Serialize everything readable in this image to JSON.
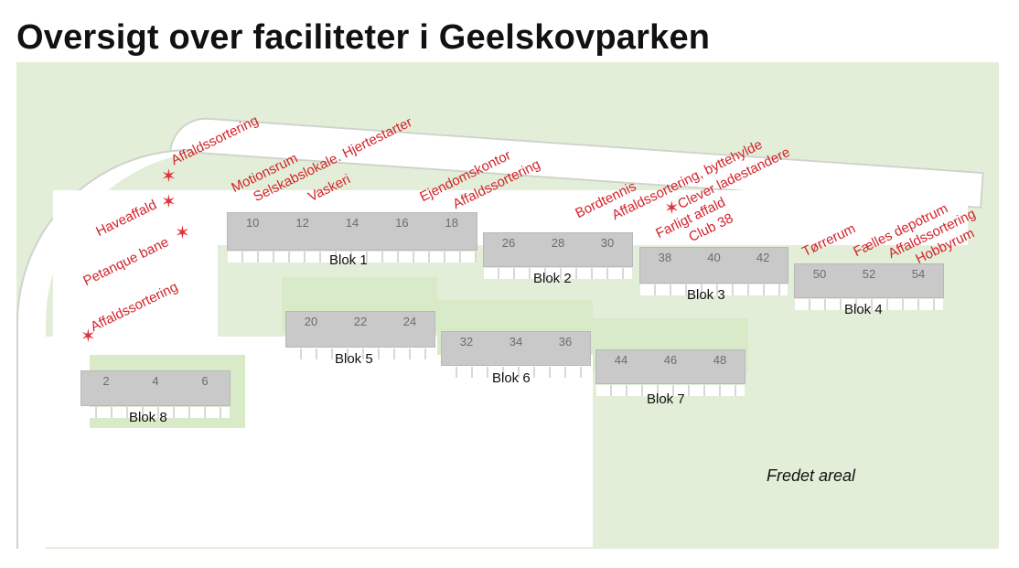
{
  "title": "Oversigt over faciliteter i Geelskovparken",
  "blocks": [
    {
      "name": "Blok 1",
      "numbers": [
        "10",
        "12",
        "14",
        "16",
        "18"
      ]
    },
    {
      "name": "Blok 2",
      "numbers": [
        "26",
        "28",
        "30"
      ]
    },
    {
      "name": "Blok 3",
      "numbers": [
        "38",
        "40",
        "42"
      ]
    },
    {
      "name": "Blok 4",
      "numbers": [
        "50",
        "52",
        "54"
      ]
    },
    {
      "name": "Blok 5",
      "numbers": [
        "20",
        "22",
        "24"
      ]
    },
    {
      "name": "Blok 6",
      "numbers": [
        "32",
        "34",
        "36"
      ]
    },
    {
      "name": "Blok 7",
      "numbers": [
        "44",
        "46",
        "48"
      ]
    },
    {
      "name": "Blok 8",
      "numbers": [
        "2",
        "4",
        "6"
      ]
    }
  ],
  "facilities": [
    "Affaldssortering",
    "Haveaffald",
    "Petanque bane",
    "Affaldssortering",
    "Motionsrum",
    "Selskabslokale. Hjertestarter",
    "Vaskeri",
    "Ejendomskontor",
    "Affaldssortering",
    "Bordtennis",
    "Affaldssortering, byttehylde",
    "Clever ladestandere",
    "Farligt affald",
    "Club 38",
    "Tørrerum",
    "Fælles depotrum",
    "Affaldssortering",
    "Hobbyrum"
  ],
  "area_label": "Fredet areal",
  "marker_symbol": "✶",
  "colors": {
    "label": "#d3222a",
    "grass": "#e3eed8",
    "building": "#c9c9c9"
  }
}
